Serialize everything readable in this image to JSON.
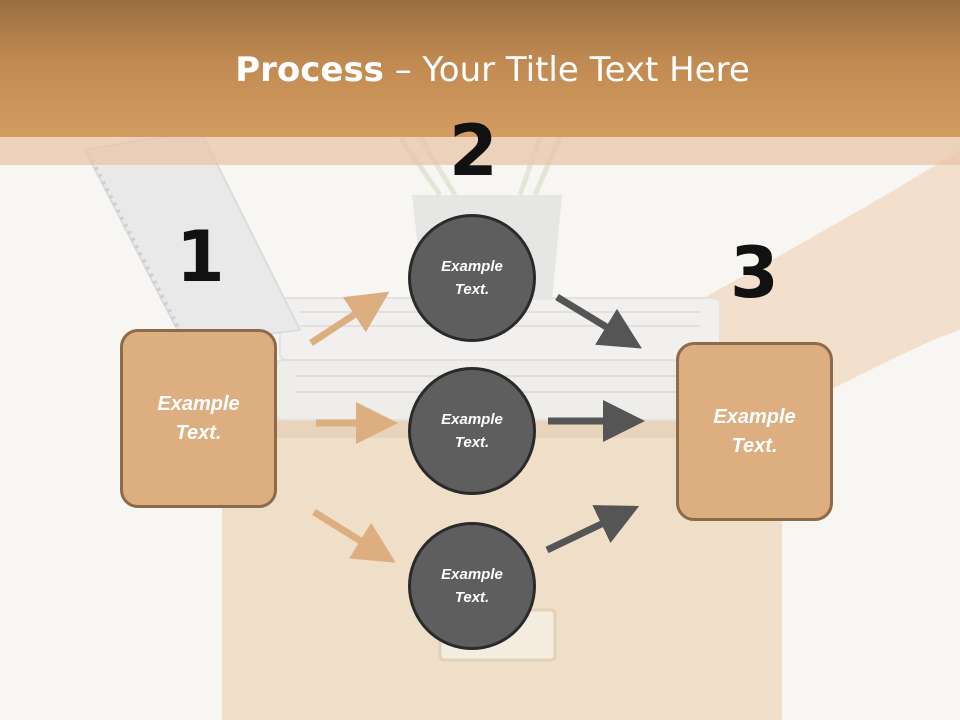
{
  "slide": {
    "title_bold": "Process",
    "title_rest": " – Your Title Text Here"
  },
  "steps": [
    {
      "number": "1",
      "text": "Example\nText."
    },
    {
      "number": "2",
      "text": "Example\nText."
    },
    {
      "number": "3",
      "text": "Example\nText."
    }
  ],
  "circles": [
    {
      "text": "Example\nText."
    },
    {
      "text": "Example\nText."
    },
    {
      "text": "Example\nText."
    }
  ],
  "colors": {
    "header": "#c08a52",
    "box_fill": "#dcae80",
    "box_border": "#8d6a48",
    "circle_fill": "#5e5e5e",
    "circle_border": "#2a2a2a",
    "arrow_tan": "#dcae80",
    "arrow_gray": "#555555",
    "number": "#111111"
  }
}
